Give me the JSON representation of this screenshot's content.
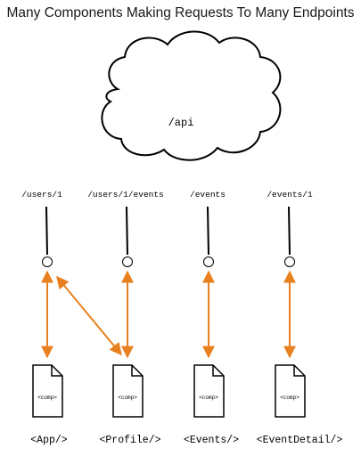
{
  "title": "Many Components Making Requests To Many Endpoints",
  "cloud": {
    "label": "/api"
  },
  "endpoints": [
    {
      "label": "/users/1"
    },
    {
      "label": "/users/1/events"
    },
    {
      "label": "/events"
    },
    {
      "label": "/events/1"
    }
  ],
  "components": [
    {
      "name": "<App/>",
      "doc_label": "<comp>"
    },
    {
      "name": "<Profile/>",
      "doc_label": "<comp>"
    },
    {
      "name": "<Events/>",
      "doc_label": "<comp>"
    },
    {
      "name": "<EventDetail/>",
      "doc_label": "<comp>"
    }
  ],
  "connections": [
    {
      "component": "<App/>",
      "endpoint": "/users/1"
    },
    {
      "component": "<Profile/>",
      "endpoint": "/users/1"
    },
    {
      "component": "<Profile/>",
      "endpoint": "/users/1/events"
    },
    {
      "component": "<Events/>",
      "endpoint": "/events"
    },
    {
      "component": "<EventDetail/>",
      "endpoint": "/events/1"
    }
  ],
  "colors": {
    "arrow": "#e8801f",
    "line": "#000000"
  }
}
